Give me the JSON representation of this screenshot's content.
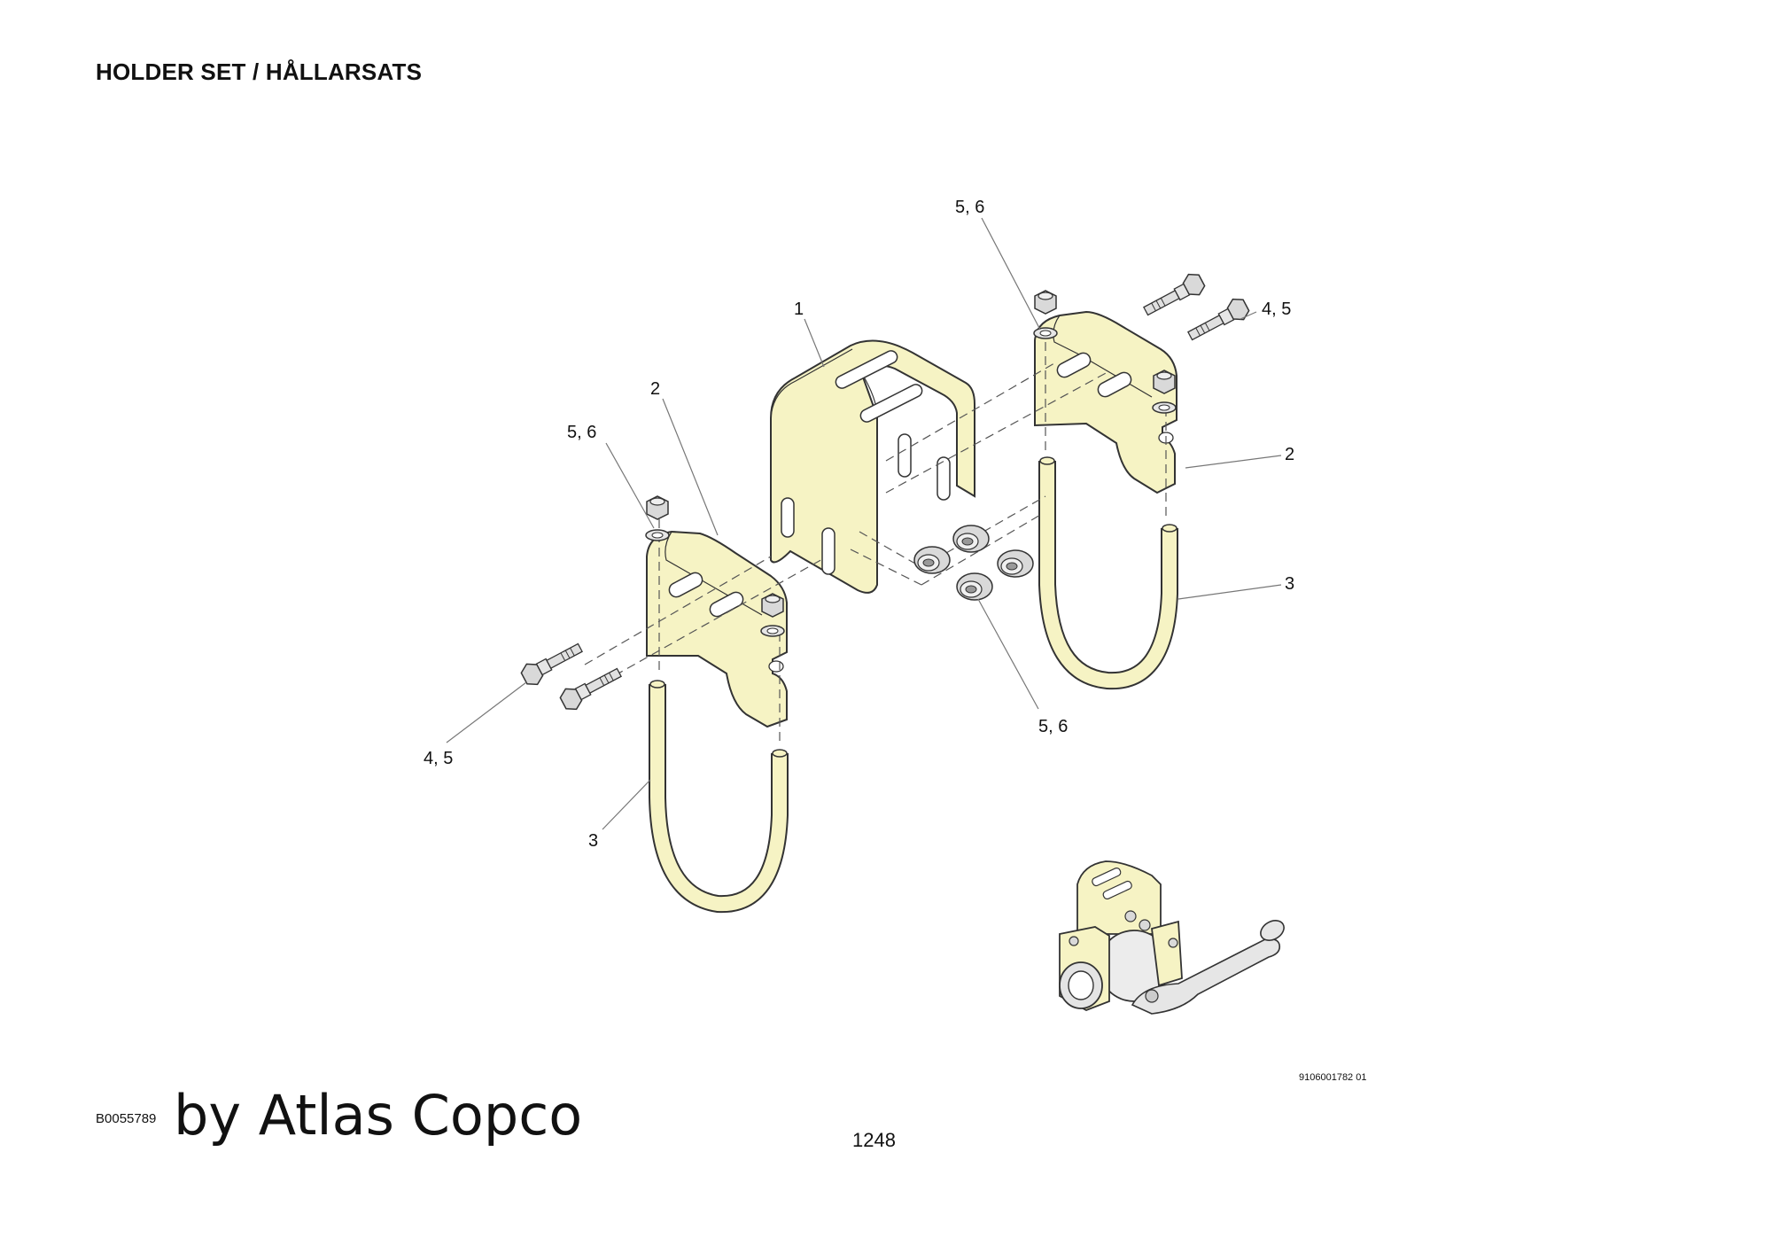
{
  "header": {
    "title": "HOLDER SET / HÅLLARSATS"
  },
  "diagram": {
    "colors": {
      "part_fill": "#f6f3c4",
      "outline": "#333333",
      "hardware": "#d9d9d9",
      "leader": "#777777"
    },
    "callouts": [
      {
        "id": "callout-1",
        "label": "1"
      },
      {
        "id": "callout-2-left",
        "label": "2"
      },
      {
        "id": "callout-2-right",
        "label": "2"
      },
      {
        "id": "callout-3-left",
        "label": "3"
      },
      {
        "id": "callout-3-right",
        "label": "3"
      },
      {
        "id": "callout-45-left",
        "label": "4, 5"
      },
      {
        "id": "callout-45-right",
        "label": "4, 5"
      },
      {
        "id": "callout-56-top",
        "label": "5, 6"
      },
      {
        "id": "callout-56-left",
        "label": "5, 6"
      },
      {
        "id": "callout-56-center",
        "label": "5, 6"
      }
    ]
  },
  "footer": {
    "drawing_number": "9106001782 01",
    "code": "B0055789",
    "brand": "by Atlas Copco",
    "page_number": "1248"
  }
}
